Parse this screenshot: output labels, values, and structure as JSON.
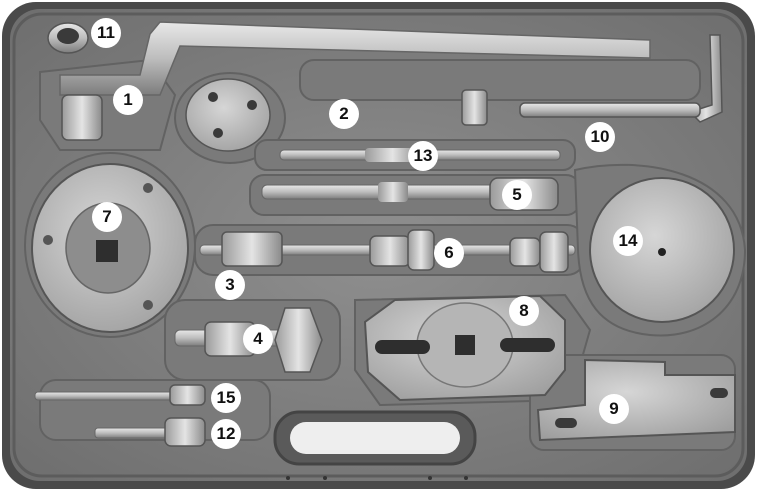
{
  "image": {
    "subject": "timing-tool-kit-in-case",
    "colors": {
      "case": "#707070",
      "tray": "#858585",
      "metal": "#c8c8c8",
      "label_bg": "#ffffff"
    }
  },
  "labels": [
    "1",
    "2",
    "3",
    "4",
    "5",
    "6",
    "7",
    "8",
    "9",
    "10",
    "11",
    "12",
    "13",
    "14",
    "15"
  ]
}
